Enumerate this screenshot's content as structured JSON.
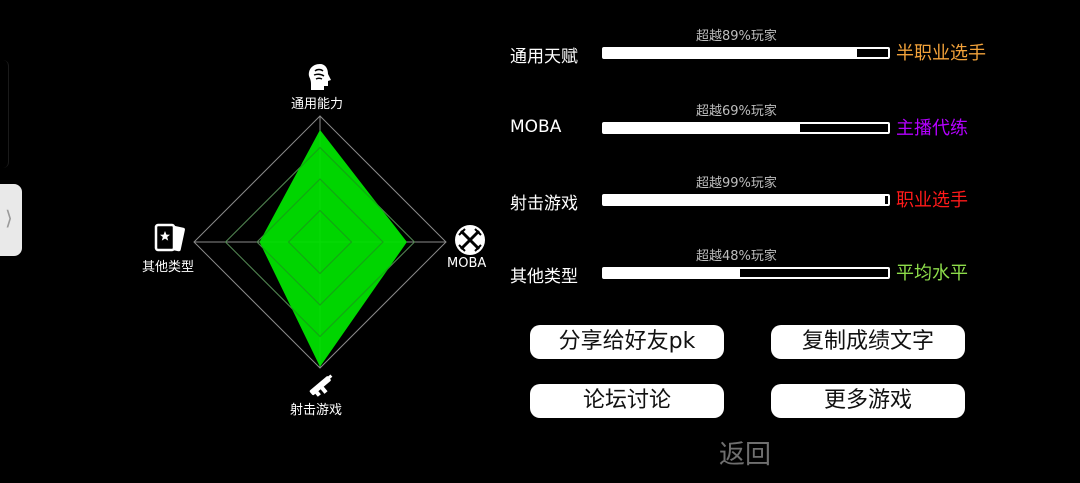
{
  "radar": {
    "axes": [
      {
        "label": "通用能力",
        "icon": "head-brain-icon",
        "value": 0.89
      },
      {
        "label": "MOBA",
        "icon": "moba-crossed-swords-icon",
        "value": 0.69
      },
      {
        "label": "射击游戏",
        "icon": "rifle-icon",
        "value": 0.99
      },
      {
        "label": "其他类型",
        "icon": "cards-icon",
        "value": 0.48
      }
    ],
    "fill_color": "#00e000"
  },
  "stats": [
    {
      "label": "通用天赋",
      "caption": "超越89%玩家",
      "percent": 89,
      "rank": "半职业选手",
      "rank_color": "#f2a23a"
    },
    {
      "label": "MOBA",
      "caption": "超越69%玩家",
      "percent": 69,
      "rank": "主播代练",
      "rank_color": "#b400ff"
    },
    {
      "label": "射击游戏",
      "caption": "超越99%玩家",
      "percent": 99,
      "rank": "职业选手",
      "rank_color": "#ff1a1a"
    },
    {
      "label": "其他类型",
      "caption": "超越48%玩家",
      "percent": 48,
      "rank": "平均水平",
      "rank_color": "#8ddc4a"
    }
  ],
  "buttons": {
    "share": "分享给好友pk",
    "copy": "复制成绩文字",
    "forum": "论坛讨论",
    "more": "更多游戏"
  },
  "back_label": "返回",
  "side_tab_glyph": "⟩"
}
